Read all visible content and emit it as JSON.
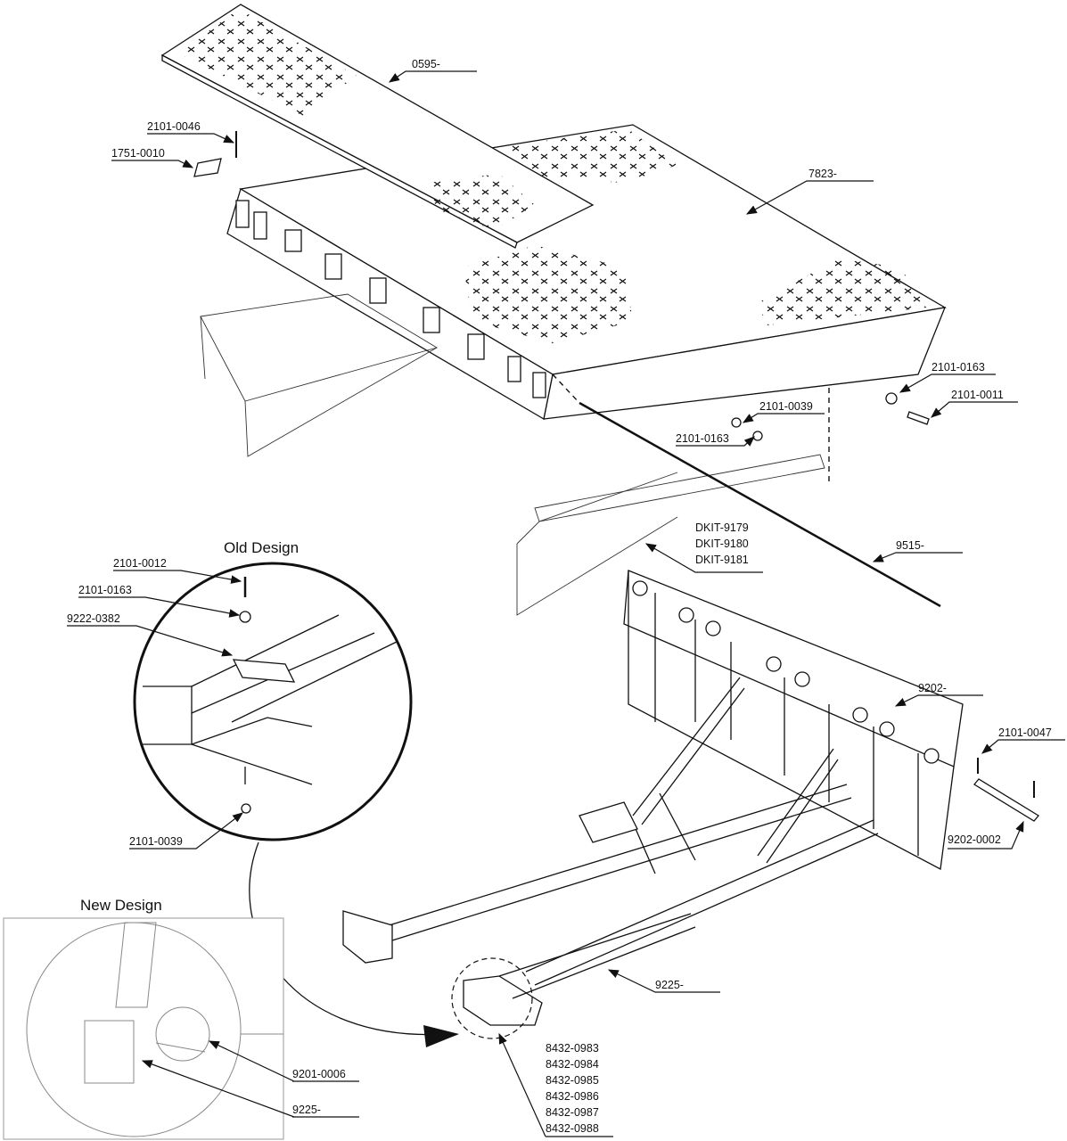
{
  "insets": {
    "old_design_title": "Old Design",
    "new_design_title": "New Design"
  },
  "callouts": {
    "top_plate": "0595-",
    "deck": "7823-",
    "pin_2101_0046": "2101-0046",
    "tag_1751_0010": "1751-0010",
    "washer_2101_0163_a": "2101-0163",
    "bolt_2101_0011": "2101-0011",
    "nut_2101_0039_a": "2101-0039",
    "washer_2101_0163_b": "2101-0163",
    "dkit_1": "DKIT-9179",
    "dkit_2": "DKIT-9180",
    "dkit_3": "DKIT-9181",
    "hinge_rod": "9515-",
    "frame": "9202-",
    "pin_2101_0047": "2101-0047",
    "rod_9202_0002": "9202-0002",
    "subframe": "9225-",
    "kit_1": "8432-0983",
    "kit_2": "8432-0984",
    "kit_3": "8432-0985",
    "kit_4": "8432-0986",
    "kit_5": "8432-0987",
    "kit_6": "8432-0988",
    "old_bolt": "2101-0012",
    "old_washer": "2101-0163",
    "old_plate": "9222-0382",
    "old_nut": "2101-0039",
    "new_pin": "9201-0006",
    "new_subframe": "9225-"
  }
}
